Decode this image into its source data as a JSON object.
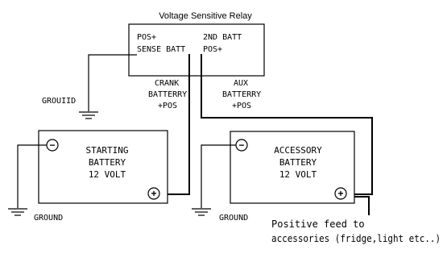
{
  "relay": {
    "title": "Voltage Sensitive Relay",
    "pos_plus_left": "POS+",
    "sense_batt": "SENSE BATT",
    "second_batt": "2ND BATT",
    "pos_plus_right": "POS+"
  },
  "crank_label": [
    "CRANK",
    "BATTERRY",
    "+POS"
  ],
  "aux_label": [
    "AUX",
    "BATTERRY",
    "+POS"
  ],
  "ground_top": "GROUIID",
  "starting_battery": [
    "STARTING",
    "BATTERY",
    "12 VOLT"
  ],
  "accessory_battery": [
    "ACCESSORY",
    "BATTERY",
    "12 VOLT"
  ],
  "ground_left": "GROUND",
  "ground_right": "GROUND",
  "feed_note": [
    "Positive feed to",
    "accessories (fridge,light etc..)"
  ],
  "terminals": {
    "negative": "−",
    "positive": "+"
  }
}
